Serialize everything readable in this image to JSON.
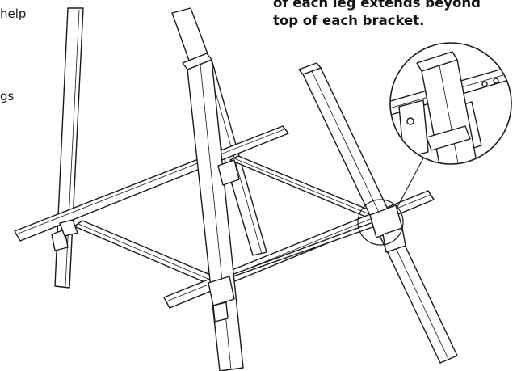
{
  "instruction": {
    "left_fragments": [
      "help",
      "gs"
    ],
    "callout_lines": [
      "of each leg extends beyond",
      "top of each bracket."
    ]
  },
  "illustration": {
    "subject": "leg assembly with brackets and detail callout",
    "line_color": "#1a1a1a",
    "fill_color": "#ffffff",
    "detail_view": "magnified bracket with leg top protruding"
  }
}
